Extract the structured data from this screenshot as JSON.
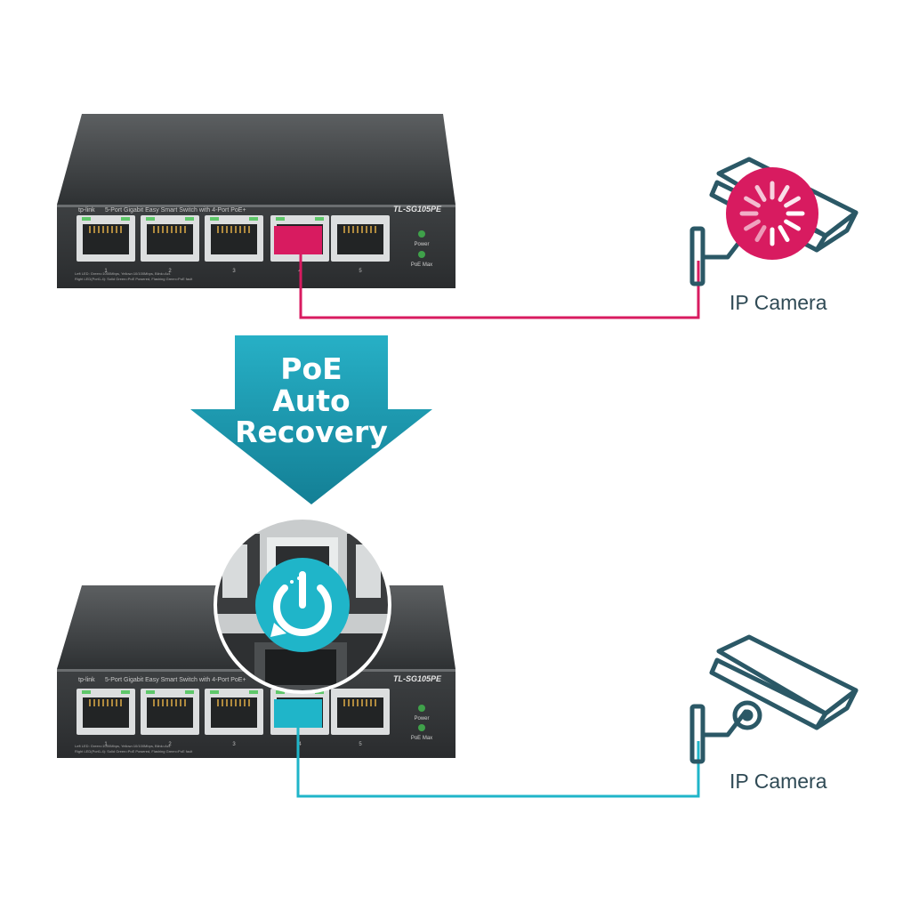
{
  "switch": {
    "brand": "tp-link",
    "description": "5-Port Gigabit Easy Smart Switch with 4-Port PoE+",
    "model": "TL-SG105PE",
    "port_numbers": [
      "1",
      "2",
      "3",
      "4",
      "5"
    ],
    "led_power": "Power",
    "led_poe_max": "PoE Max",
    "legend_line1": "Left LED: Green=1000Mbps, Yellow=10/100Mbps, Blink=Act.",
    "legend_line2": "Right LED(Port1-4): Solid Green=PoE Powered, Flashing Green=PoE fault"
  },
  "top": {
    "camera_label": "IP Camera",
    "camera_icon": "cctv-camera-icon",
    "status_icon": "loading-spinner-icon",
    "cable_color": "#d81b60"
  },
  "arrow": {
    "line1": "PoE",
    "line2": "Auto",
    "line3": "Recovery",
    "color": "#1e9bb4"
  },
  "bottom": {
    "camera_label": "IP Camera",
    "camera_icon": "cctv-camera-icon",
    "status_icon": "power-restart-icon",
    "cable_color": "#1fb5c9"
  }
}
